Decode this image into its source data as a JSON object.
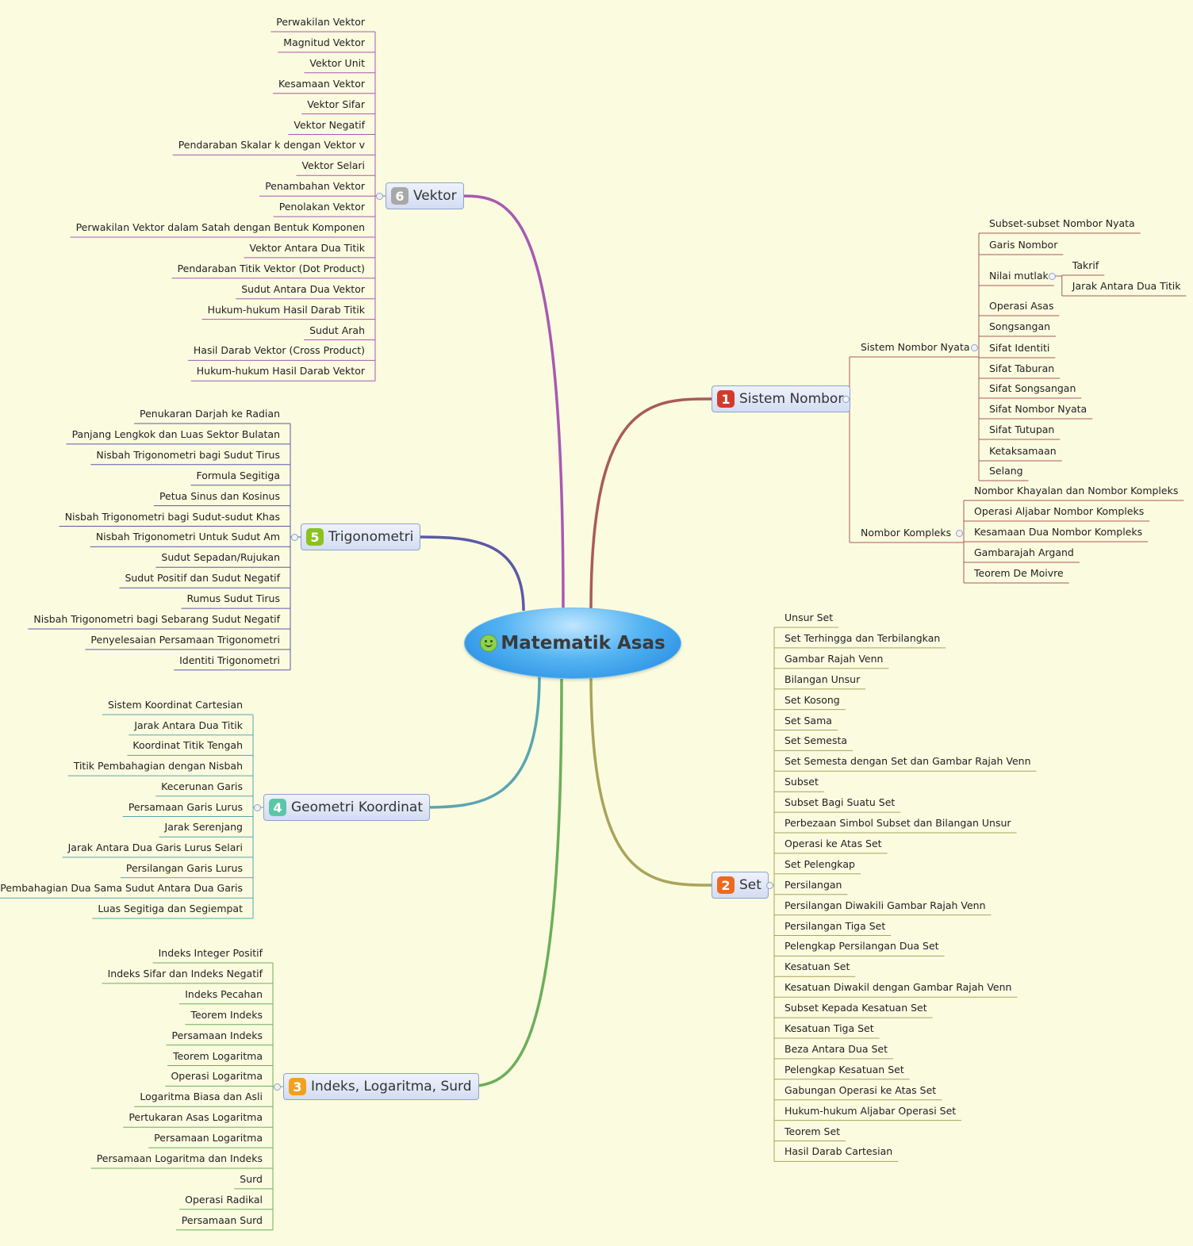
{
  "central": {
    "title": "Matematik Asas",
    "icon": "smiley-icon"
  },
  "branches": [
    {
      "key": "b1",
      "num": "1",
      "label": "Sistem Nombor",
      "color": "#a85b58",
      "badge": "#d23b2c",
      "subgroups": [
        {
          "label": "Sistem Nombor Nyata",
          "items": [
            "Subset-subset Nombor Nyata",
            "Garis Nombor",
            "Nilai mutlak",
            "Operasi Asas",
            "Songsangan",
            "Sifat Identiti",
            "Sifat Taburan",
            "Sifat Songsangan",
            "Sifat Nombor Nyata",
            "Sifat Tutupan",
            "Ketaksamaan",
            "Selang"
          ],
          "nilai_children": [
            "Takrif",
            "Jarak Antara Dua Titik"
          ]
        },
        {
          "label": "Nombor Kompleks",
          "items": [
            "Nombor Khayalan dan Nombor Kompleks",
            "Operasi Aljabar Nombor Kompleks",
            "Kesamaan Dua Nombor Kompleks",
            "Gambarajah Argand",
            "Teorem De Moivre"
          ]
        }
      ]
    },
    {
      "key": "b2",
      "num": "2",
      "label": "Set",
      "color": "#a8a45a",
      "badge": "#ec6a1e",
      "items": [
        "Unsur Set",
        "Set Terhingga dan Terbilangkan",
        "Gambar Rajah Venn",
        "Bilangan Unsur",
        "Set Kosong",
        "Set Sama",
        "Set Semesta",
        "Set Semesta dengan Set dan Gambar Rajah Venn",
        "Subset",
        "Subset Bagi Suatu Set",
        "Perbezaan Simbol Subset dan Bilangan Unsur",
        "Operasi ke Atas Set",
        "Set Pelengkap",
        "Persilangan",
        "Persilangan Diwakili Gambar Rajah Venn",
        "Persilangan Tiga Set",
        "Pelengkap Persilangan Dua Set",
        "Kesatuan Set",
        "Kesatuan Diwakil dengan Gambar Rajah Venn",
        "Subset Kepada Kesatuan Set",
        "Kesatuan Tiga Set",
        "Beza Antara Dua Set",
        "Pelengkap Kesatuan Set",
        "Gabungan Operasi ke Atas Set",
        "Hukum-hukum Aljabar Operasi Set",
        "Teorem Set",
        "Hasil Darab Cartesian"
      ]
    },
    {
      "key": "b3",
      "num": "3",
      "label": "Indeks, Logaritma, Surd",
      "color": "#6cae5a",
      "badge": "#f2a01e",
      "items": [
        "Indeks Integer Positif",
        "Indeks Sifar dan Indeks Negatif",
        "Indeks Pecahan",
        "Teorem Indeks",
        "Persamaan Indeks",
        "Teorem Logaritma",
        "Operasi Logaritma",
        "Logaritma Biasa dan Asli",
        "Pertukaran Asas Logaritma",
        "Persamaan Logaritma",
        "Persamaan Logaritma dan Indeks",
        "Surd",
        "Operasi Radikal",
        "Persamaan Surd"
      ]
    },
    {
      "key": "b4",
      "num": "4",
      "label": "Geometri Koordinat",
      "color": "#5aa6b0",
      "badge": "#5cc6a8",
      "items": [
        "Sistem Koordinat Cartesian",
        "Jarak Antara Dua Titik",
        "Koordinat Titik Tengah",
        "Titik Pembahagian dengan Nisbah",
        "Kecerunan Garis",
        "Persamaan Garis Lurus",
        "Jarak Serenjang",
        "Jarak Antara Dua Garis Lurus Selari",
        "Persilangan Garis Lurus",
        "Pembahagian Dua Sama Sudut Antara Dua Garis",
        "Luas Segitiga dan Segiempat"
      ]
    },
    {
      "key": "b5",
      "num": "5",
      "label": "Trigonometri",
      "color": "#5a5aa8",
      "badge": "#8cc21e",
      "items": [
        "Penukaran Darjah ke Radian",
        "Panjang Lengkok dan Luas Sektor Bulatan",
        "Nisbah Trigonometri bagi Sudut Tirus",
        "Formula Segitiga",
        "Petua Sinus dan Kosinus",
        "Nisbah Trigonometri bagi Sudut-sudut Khas",
        "Nisbah Trigonometri Untuk Sudut Am",
        "Sudut Sepadan/Rujukan",
        "Sudut Positif dan Sudut Negatif",
        "Rumus Sudut Tirus",
        "Nisbah Trigonometri bagi Sebarang Sudut Negatif",
        "Penyelesaian Persamaan Trigonometri",
        "Identiti Trigonometri"
      ]
    },
    {
      "key": "b6",
      "num": "6",
      "label": "Vektor",
      "color": "#a85ab0",
      "badge": "#a8a8a8",
      "items": [
        "Perwakilan Vektor",
        "Magnitud Vektor",
        "Vektor Unit",
        "Kesamaan Vektor",
        "Vektor Sifar",
        "Vektor Negatif",
        "Pendaraban Skalar k dengan Vektor v",
        "Vektor Selari",
        "Penambahan Vektor",
        "Penolakan Vektor",
        "Perwakilan Vektor dalam Satah dengan Bentuk Komponen",
        "Vektor Antara Dua Titik",
        "Pendaraban Titik Vektor (Dot Product)",
        "Sudut Antara Dua Vektor",
        "Hukum-hukum Hasil Darab Titik",
        "Sudut Arah",
        "Hasil Darab Vektor (Cross Product)",
        "Hukum-hukum Hasil Darab Vektor"
      ]
    }
  ]
}
